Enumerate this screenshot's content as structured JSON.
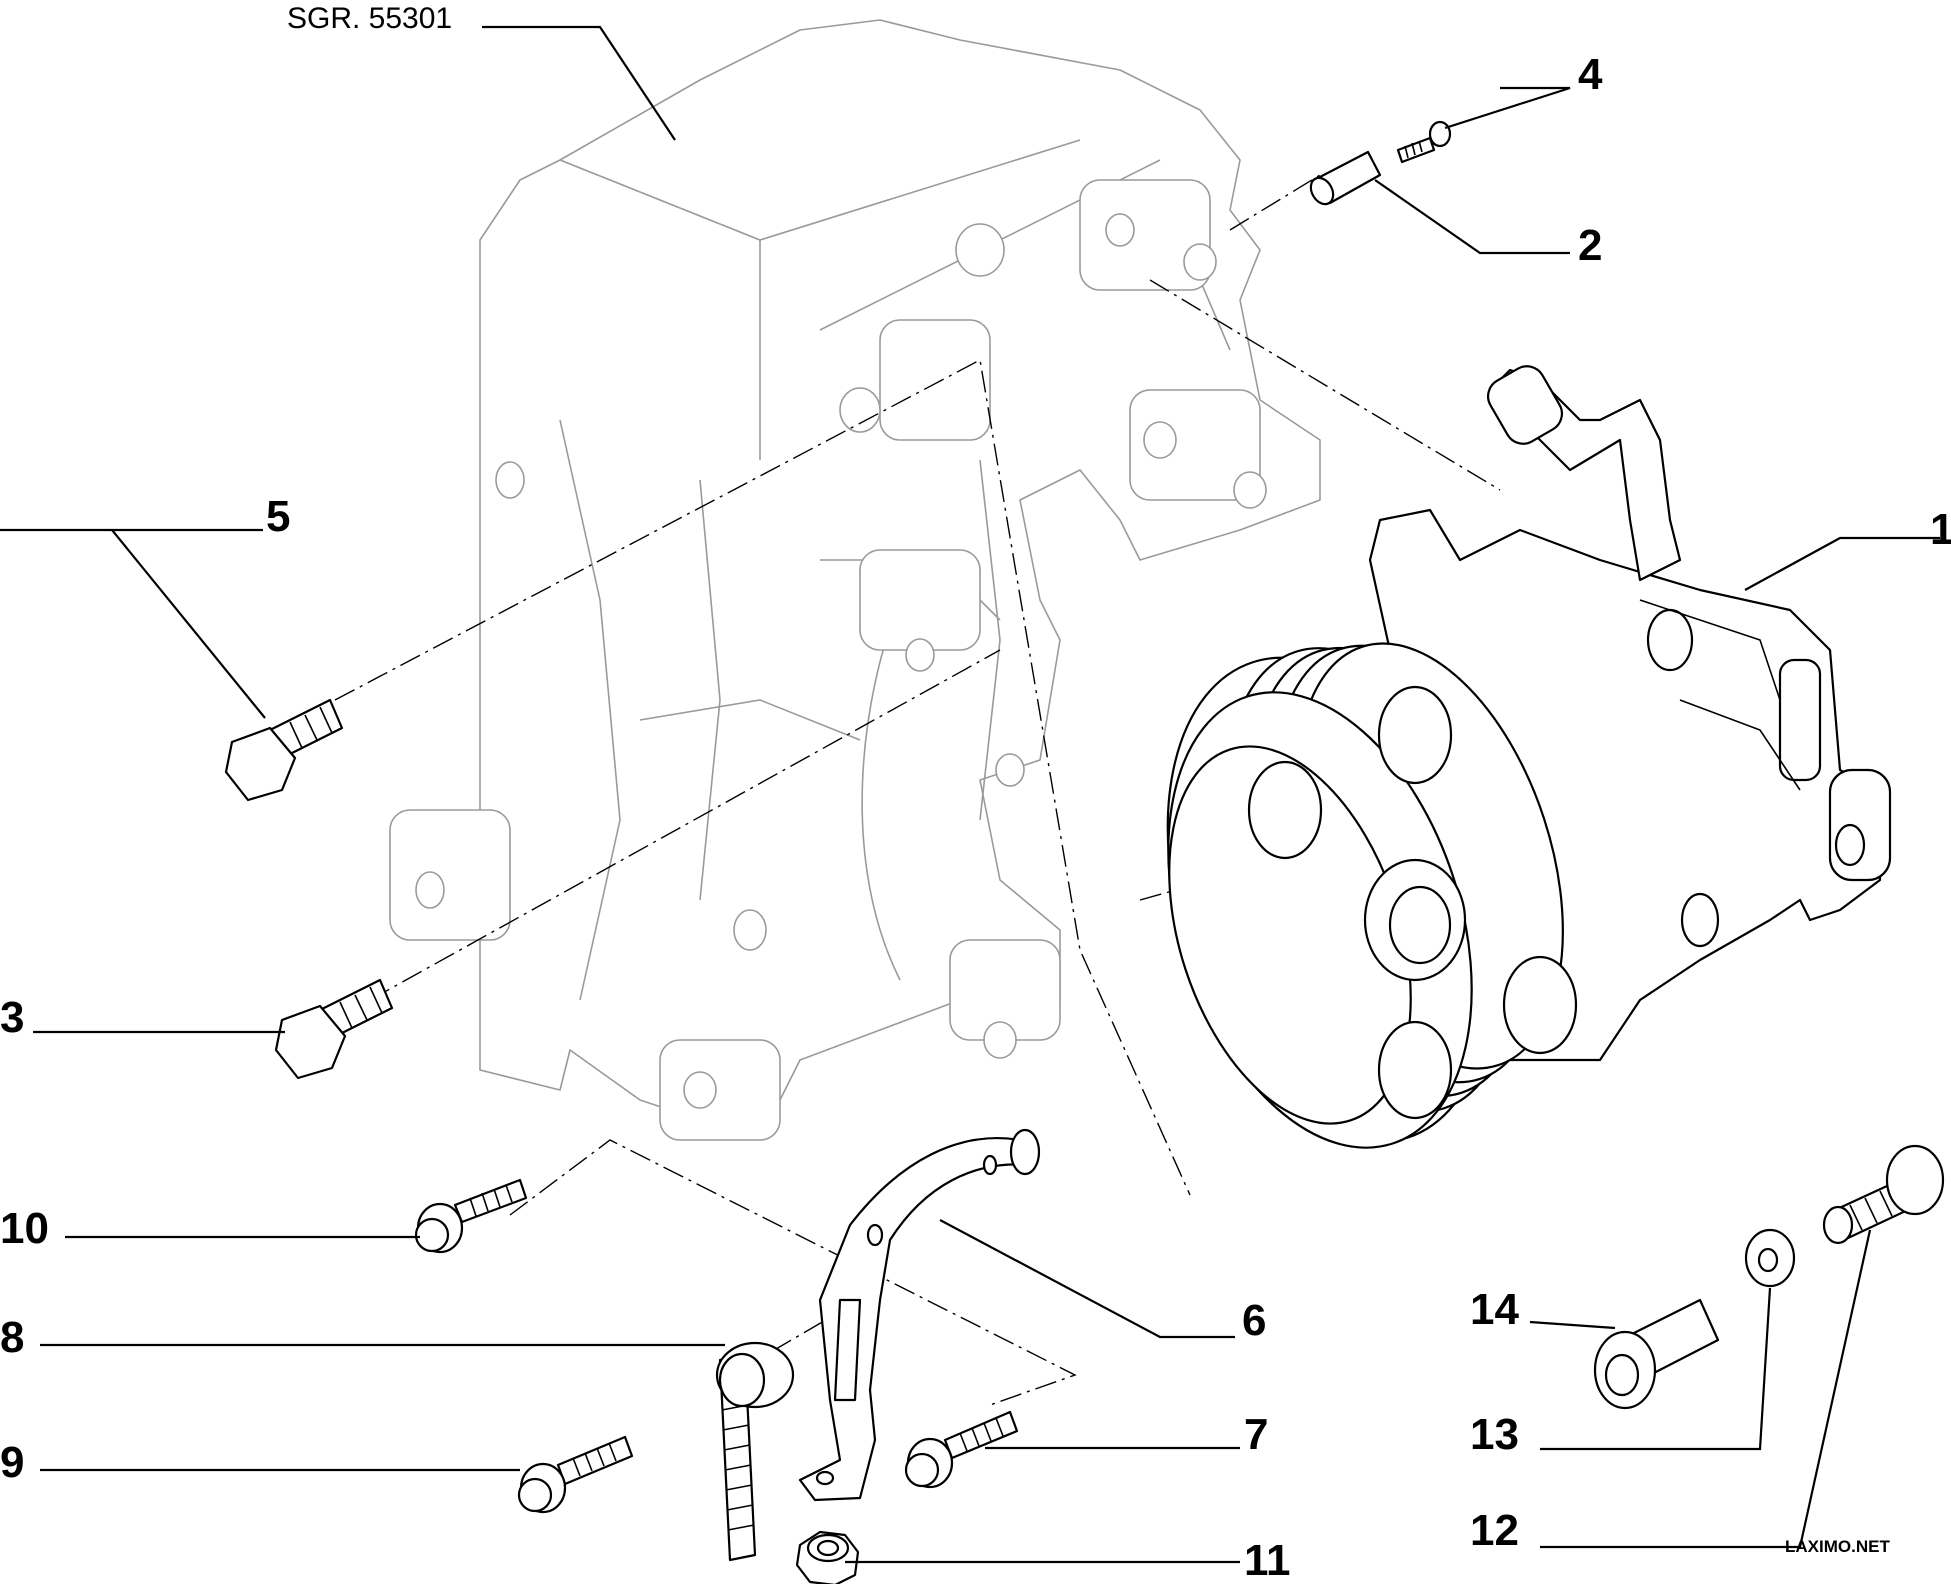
{
  "reference": "SGR. 55301",
  "watermark": "LAXIMO.NET",
  "callouts": [
    "1",
    "2",
    "3",
    "4",
    "5",
    "6",
    "7",
    "8",
    "9",
    "10",
    "11",
    "12",
    "13",
    "14"
  ]
}
